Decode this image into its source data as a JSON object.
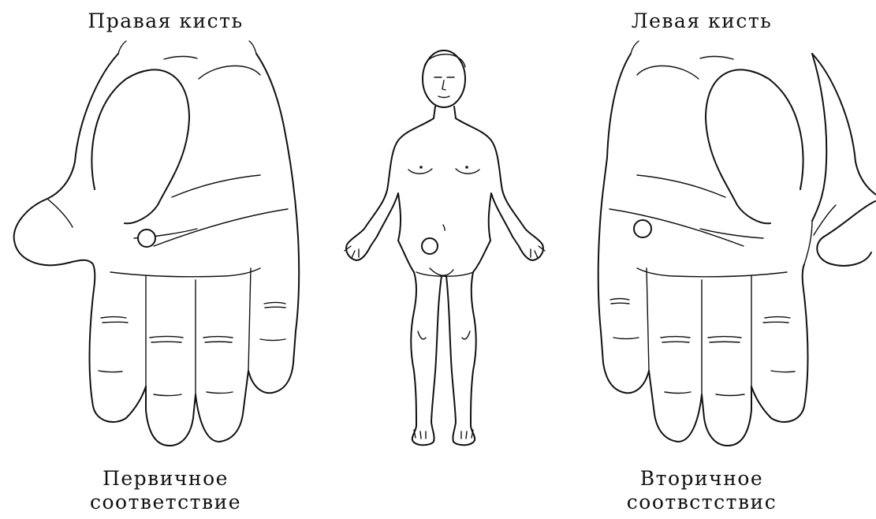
{
  "titles": {
    "right_hand": "Правая кисть",
    "left_hand": "Левая кисть"
  },
  "captions": {
    "primary": {
      "line1": "Первичное",
      "line2": "соответствие"
    },
    "secondary": {
      "line1": "Вторичное",
      "line2": "соотвстствис"
    }
  },
  "icons": [
    "right-hand-palm-icon",
    "human-figure-icon",
    "left-hand-palm-icon"
  ],
  "colors": {
    "ink": "#111111",
    "background": "#ffffff"
  }
}
